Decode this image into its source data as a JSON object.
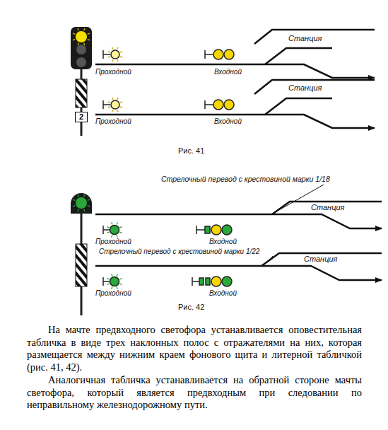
{
  "diagram": {
    "nodes": [
      {
        "text": [
          "2"
        ]
      }
    ],
    "labels": [
      "Станция",
      "Проходной",
      "Входной",
      "Станция",
      "Проходной",
      "Входной",
      "Рис. 41",
      "Стрелочный перевод с крестовиной марки 1/18",
      "Станция",
      "Проходной",
      "Входной",
      "Стрелочный перевод с крестовиной марки 1/22",
      "Станция",
      "Проходной",
      "Входной",
      "Рис. 42",
      "На мачте предвходного светофора устанавливается оповестительная табличка в виде трех наклонных полос с отражателями на них, которая размещается между нижним краем фонового щита и литерной табличкой (рис. 41, 42).",
      "Аналогичная табличка устанавливается на обратной стороне мачты светофора, который является предвходным при следовании по неправильному железнодорожному пути."
    ]
  }
}
